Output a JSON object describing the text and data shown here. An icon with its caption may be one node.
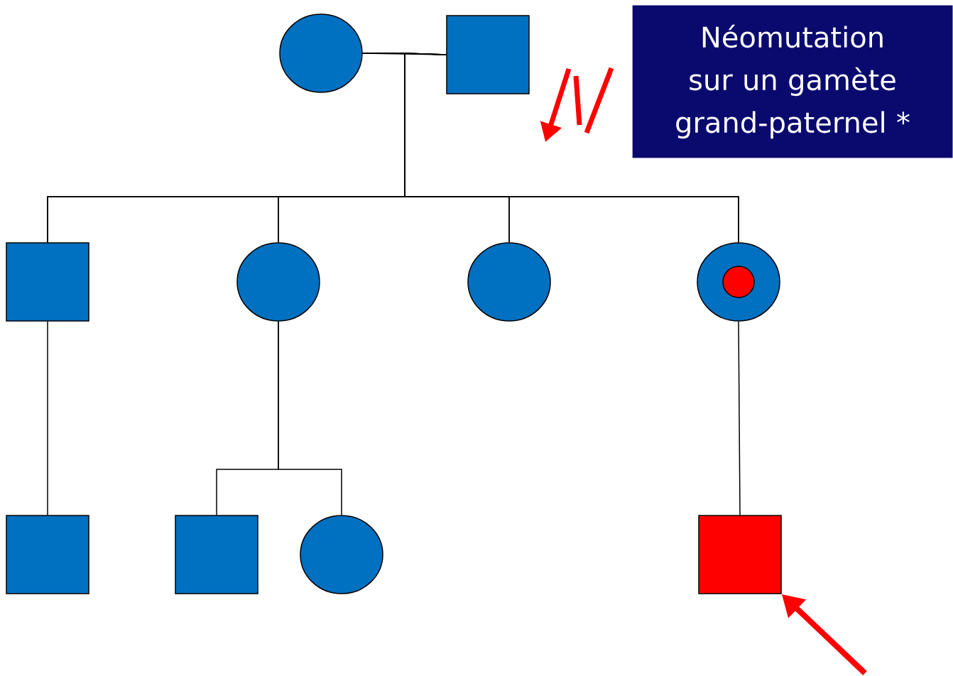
{
  "diagram": {
    "nodes": [
      {
        "text": [],
        "shape": "circle"
      },
      {
        "text": [],
        "shape": "box"
      },
      {
        "text": [
          "Néomutation sur un gamète grand-paternel *"
        ]
      },
      {
        "text": [],
        "shape": "box"
      },
      {
        "text": [],
        "shape": "circle"
      },
      {
        "text": [],
        "shape": "circle"
      },
      {
        "text": [],
        "shape": "circle"
      },
      {
        "text": [],
        "shape": "box"
      },
      {
        "text": [],
        "shape": "box"
      },
      {
        "text": [],
        "shape": "circle"
      },
      {
        "text": [],
        "shape": "box"
      }
    ],
    "edges": [
      {
        "from": 0,
        "to": 1,
        "arrow": "none"
      },
      {
        "from": 0,
        "to": 3,
        "arrow": "none"
      },
      {
        "from": 1,
        "to": 3,
        "arrow": "none"
      },
      {
        "from": 0,
        "to": 4,
        "arrow": "none"
      },
      {
        "from": 1,
        "to": 4,
        "arrow": "none"
      },
      {
        "from": 0,
        "to": 5,
        "arrow": "none"
      },
      {
        "from": 1,
        "to": 5,
        "arrow": "none"
      },
      {
        "from": 0,
        "to": 6,
        "arrow": "none"
      },
      {
        "from": 1,
        "to": 6,
        "arrow": "none"
      },
      {
        "from": 3,
        "to": 7,
        "arrow": "none"
      },
      {
        "from": 4,
        "to": 8,
        "arrow": "none"
      },
      {
        "from": 4,
        "to": 9,
        "arrow": "none"
      },
      {
        "from": 6,
        "to": 10,
        "arrow": "none"
      },
      {
        "from": null,
        "to": 10,
        "arrow": "to",
        "style": "thick",
        "color": "#ff0000"
      }
    ]
  }
}
